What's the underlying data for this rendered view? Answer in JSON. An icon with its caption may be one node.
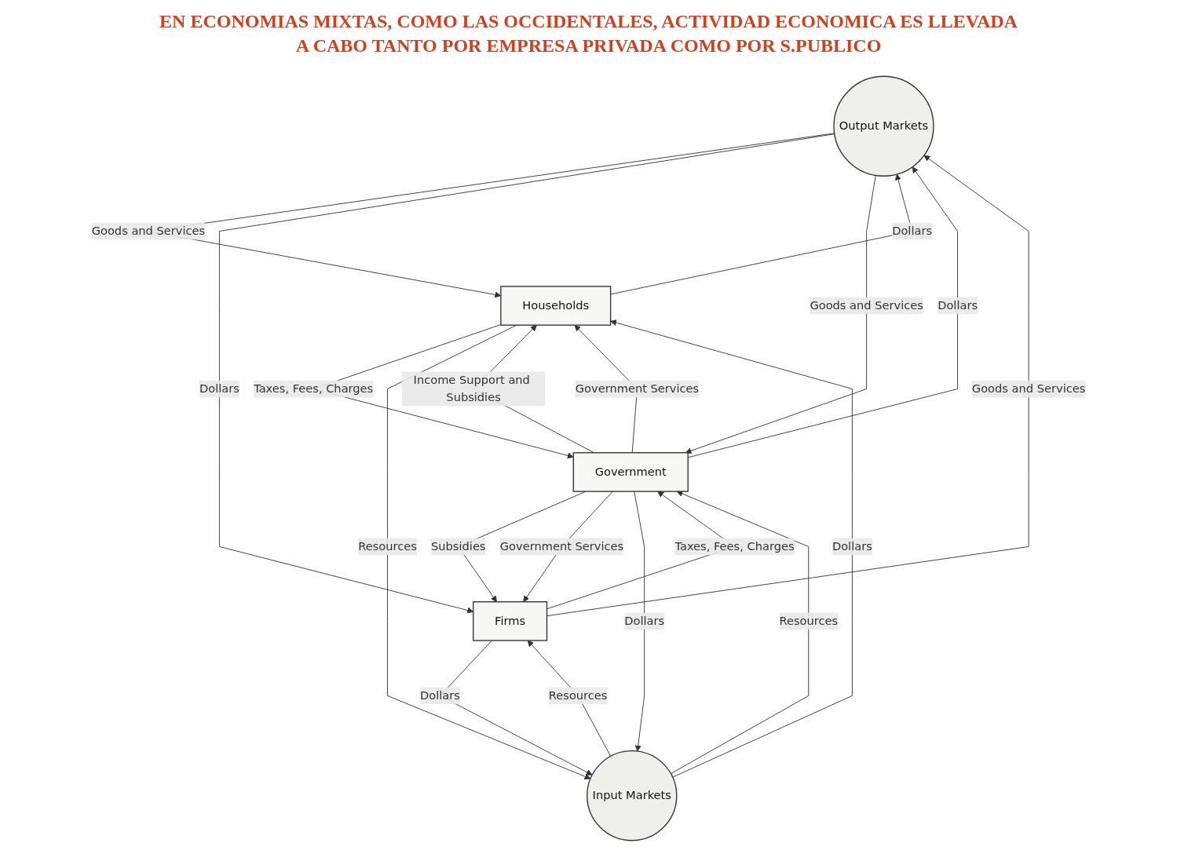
{
  "diagram": {
    "nodes": [
      {
        "text": [
          "Output Markets"
        ]
      },
      {
        "text": [
          "Households"
        ]
      },
      {
        "text": [
          "Government"
        ]
      },
      {
        "text": [
          "Firms"
        ]
      },
      {
        "text": [
          "Input Markets"
        ]
      }
    ],
    "edges": [
      {
        "from": 0,
        "to": 1,
        "arrow": "to",
        "label": "Goods and Services"
      },
      {
        "from": 1,
        "to": 0,
        "arrow": "to",
        "label": "Dollars"
      },
      {
        "from": 3,
        "to": 0,
        "arrow": "to",
        "label": "Goods and Services"
      },
      {
        "from": 0,
        "to": 3,
        "arrow": "to",
        "label": "Dollars"
      },
      {
        "from": 0,
        "to": 2,
        "arrow": "to",
        "label": "Goods and Services"
      },
      {
        "from": 2,
        "to": 0,
        "arrow": "to",
        "label": "Dollars"
      },
      {
        "from": 2,
        "to": 1,
        "arrow": "to",
        "label": "Income Support and Subsidies"
      },
      {
        "from": 1,
        "to": 2,
        "arrow": "to",
        "label": "Taxes, Fees, Charges"
      },
      {
        "from": 2,
        "to": 1,
        "arrow": "to",
        "label": "Government Services"
      },
      {
        "from": 2,
        "to": 3,
        "arrow": "to",
        "label": "Subsidies"
      },
      {
        "from": 3,
        "to": 2,
        "arrow": "to",
        "label": "Taxes, Fees, Charges"
      },
      {
        "from": 2,
        "to": 3,
        "arrow": "to",
        "label": "Government Services"
      },
      {
        "from": 4,
        "to": 2,
        "arrow": "to",
        "label": "Resources"
      },
      {
        "from": 2,
        "to": 4,
        "arrow": "to",
        "label": "Dollars"
      },
      {
        "from": 4,
        "to": 1,
        "arrow": "to",
        "label": "Dollars"
      },
      {
        "from": 1,
        "to": 4,
        "arrow": "to",
        "label": "Resources"
      },
      {
        "from": 3,
        "to": 4,
        "arrow": "to",
        "label": "Dollars"
      },
      {
        "from": 4,
        "to": 3,
        "arrow": "to",
        "label": "Resources"
      }
    ],
    "labels": [
      "EN ECONOMIAS MIXTAS, COMO LAS OCCIDENTALES, ACTIVIDAD ECONOMICA ES LLEVADA A CABO TANTO POR EMPRESA PRIVADA COMO POR S.PUBLICO"
    ]
  }
}
